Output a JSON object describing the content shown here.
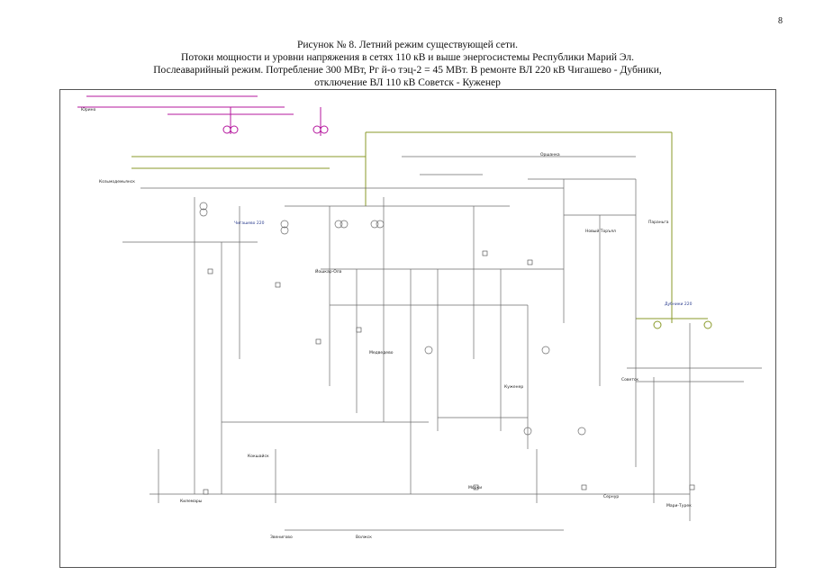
{
  "page": {
    "number": "8"
  },
  "title": {
    "line1": "Рисунок № 8. Летний режим существующей сети.",
    "line2": "Потоки мощности и уровни напряжения в сетях 110 кВ и выше энергосистемы Республики Марий Эл.",
    "line3": "Послеаварийный режим. Потребление 300 МВт, Рг й-о тэц-2 = 45 МВт. В ремонте ВЛ 220 кВ Чигашево - Дубники,",
    "line4": "отключение ВЛ 110 кВ Советск - Куженер"
  },
  "labels": {
    "l1": "Чигашево 220",
    "l2": "Дубники 220",
    "l3": "Куженер",
    "l4": "Советск",
    "l5": "Кокшайск",
    "l6": "Козьмодемьянск",
    "l7": "Звенигово",
    "l8": "Волжск",
    "l9": "Морки",
    "l10": "Сернур",
    "l11": "Параньга",
    "l12": "Новый Торъял",
    "l13": "Медведево",
    "l14": "Юрино",
    "l15": "Килемары",
    "l16": "Мари-Турек",
    "l17": "Оршанка",
    "l18": "Йошкар-Ола"
  },
  "colors": {
    "line_110": "#6b6b6b",
    "line_220": "#b5179e",
    "line_500": "#8a9a2a",
    "voltage_text": "#c0392b",
    "flow_text": "#2c3e8f"
  }
}
